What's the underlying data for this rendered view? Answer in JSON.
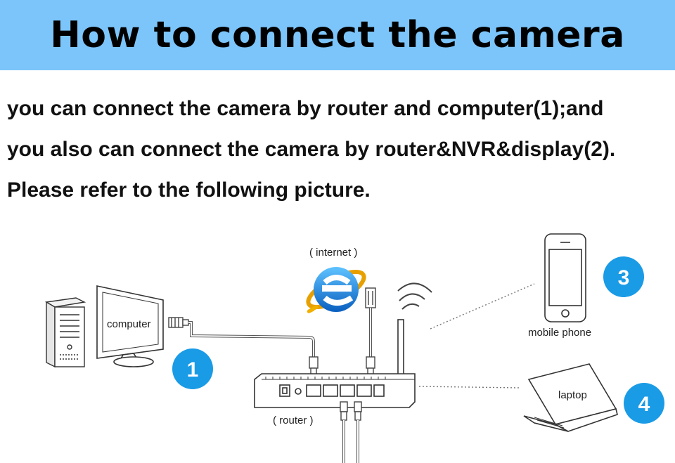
{
  "title": "How to connect the camera",
  "intro": {
    "line1": "you can connect the camera by router and computer(1);and",
    "line2": "you also can connect the camera by router&NVR&display(2).",
    "line3": "Please refer to the following picture."
  },
  "labels": {
    "internet": "( internet )",
    "computer": "computer",
    "router": "(  router  )",
    "mobile_phone": "mobile phone",
    "laptop": "laptop"
  },
  "badges": {
    "one": "1",
    "three": "3",
    "four": "4"
  },
  "colors": {
    "header_bg": "#7cc5fb",
    "badge": "#1a9be6"
  }
}
